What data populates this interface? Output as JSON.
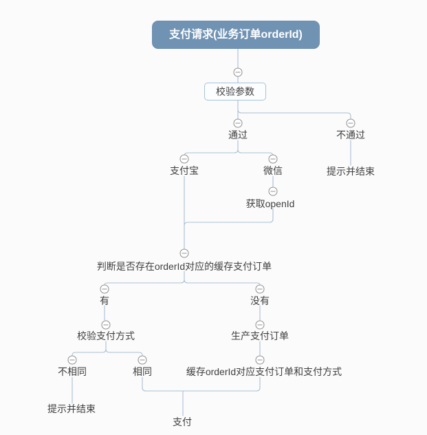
{
  "diagram": {
    "type": "mindmap-flow",
    "title_node": "支付请求(业务订单orderId)",
    "nodes": {
      "root": {
        "label": "支付请求(业务订单orderId)"
      },
      "validate_params": {
        "label": "校验参数"
      },
      "pass": {
        "label": "通过"
      },
      "fail": {
        "label": "不通过"
      },
      "fail_end": {
        "label": "提示并结束"
      },
      "alipay": {
        "label": "支付宝"
      },
      "wechat": {
        "label": "微信"
      },
      "get_openid": {
        "label": "获取openId"
      },
      "check_cached_order": {
        "label": "判断是否存在orderId对应的缓存支付订单"
      },
      "has": {
        "label": "有"
      },
      "has_not": {
        "label": "没有"
      },
      "verify_pay_method": {
        "label": "校验支付方式"
      },
      "create_pay_order": {
        "label": "生产支付订单"
      },
      "not_same": {
        "label": "不相同"
      },
      "same": {
        "label": "相同"
      },
      "cache_order": {
        "label": "缓存orderId对应支付订单和支付方式"
      },
      "notsame_end": {
        "label": "提示并结束"
      },
      "pay": {
        "label": "支付"
      }
    },
    "edges": [
      [
        "root",
        "validate_params"
      ],
      [
        "validate_params",
        "pass"
      ],
      [
        "validate_params",
        "fail"
      ],
      [
        "fail",
        "fail_end"
      ],
      [
        "pass",
        "alipay"
      ],
      [
        "pass",
        "wechat"
      ],
      [
        "wechat",
        "get_openid"
      ],
      [
        "alipay",
        "check_cached_order"
      ],
      [
        "get_openid",
        "check_cached_order"
      ],
      [
        "check_cached_order",
        "has"
      ],
      [
        "check_cached_order",
        "has_not"
      ],
      [
        "has",
        "verify_pay_method"
      ],
      [
        "has_not",
        "create_pay_order"
      ],
      [
        "verify_pay_method",
        "not_same"
      ],
      [
        "verify_pay_method",
        "same"
      ],
      [
        "create_pay_order",
        "cache_order"
      ],
      [
        "not_same",
        "notsame_end"
      ],
      [
        "same",
        "pay"
      ],
      [
        "cache_order",
        "pay"
      ]
    ],
    "collapse_icon": "minus-circle",
    "colors": {
      "background": "#fbfbfb",
      "root_fill": "#7193b3",
      "root_text": "#ffffff",
      "box_fill": "#fcfdfe",
      "box_border": "#a6c2d8",
      "connector": "#a9c0d3",
      "node_text": "#3f3f3f",
      "collapse_icon": "#8f8f8f"
    }
  }
}
